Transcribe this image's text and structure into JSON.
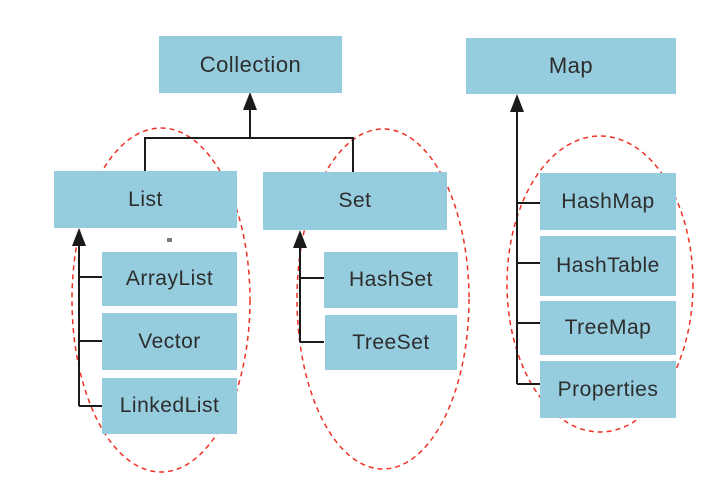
{
  "nodes": {
    "collection": {
      "label": "Collection"
    },
    "map": {
      "label": "Map"
    },
    "list": {
      "label": "List"
    },
    "set": {
      "label": "Set"
    },
    "arraylist": {
      "label": "ArrayList"
    },
    "vector": {
      "label": "Vector"
    },
    "linkedlist": {
      "label": "LinkedList"
    },
    "hashset": {
      "label": "HashSet"
    },
    "treeset": {
      "label": "TreeSet"
    },
    "hashmap": {
      "label": "HashMap"
    },
    "hashtable": {
      "label": "HashTable"
    },
    "treemap": {
      "label": "TreeMap"
    },
    "properties": {
      "label": "Properties"
    }
  },
  "colors": {
    "node_fill": "#95ccde",
    "node_text": "#2d2d2d",
    "connector": "#1a1a1a",
    "group_outline": "#ee3124",
    "background": "#ffffff"
  }
}
